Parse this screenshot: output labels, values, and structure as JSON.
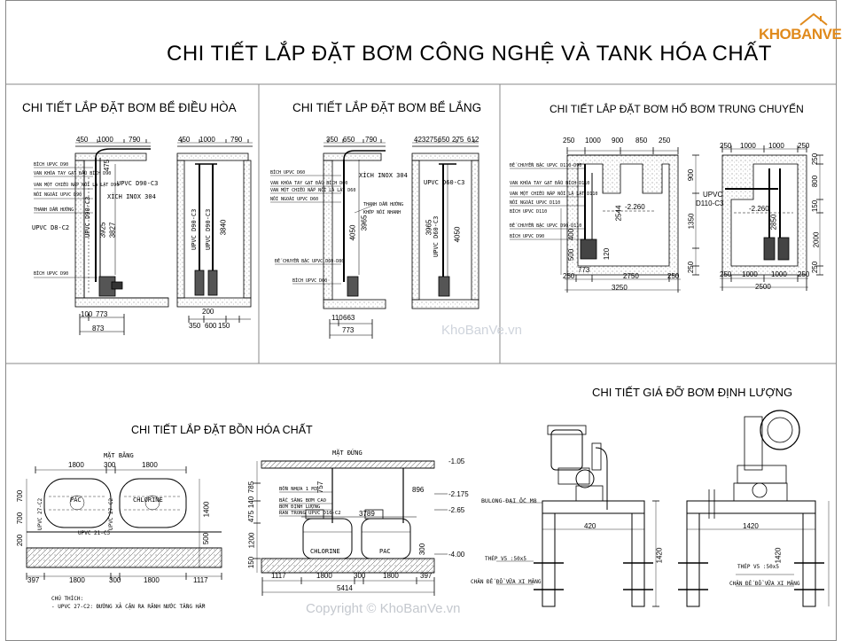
{
  "main_title": "CHI TIẾT LẮP ĐẶT BƠM CÔNG NGHỆ VÀ TANK HÓA CHẤT",
  "logo": {
    "text": "KHOBANVE",
    "icon": "house-roof-icon",
    "color": "#e08a1c"
  },
  "watermark_center": "KhoBanVe.vn",
  "watermark_copyright": "Copyright © KhoBanVe.vn",
  "sections": {
    "dieu_hoa": {
      "title": "CHI TIẾT LẮP ĐẶT BƠM BỂ ĐIỀU HÒA",
      "dims_top_a": [
        "450",
        "1000",
        "790"
      ],
      "dims_top_b": [
        "450",
        "1000",
        "790"
      ],
      "dim_475": "475",
      "dims_vertical_a": [
        "3925",
        "3827"
      ],
      "dim_vertical_b": "3840",
      "pipe_label": "UPVC D90-C3",
      "pipe_label_vert_a": "UPVC D90-C3",
      "pipe_label_vert_b1": "UPVC D90-C3",
      "pipe_label_vert_b2": "UPVC D90-C3",
      "inox": "XÍCH INOX 304",
      "upvc_small": "UPVC D8-C2",
      "callouts": [
        "BÍCH UPVC D90",
        "VAN KHÓA TAY GẠT ĐẦU BÍCH D90",
        "VAN MỘT CHIỀU NẮP NỔI LÁ LẬT D90",
        "NỐI NGOÀI UPVC D90",
        "THANH DẪN HƯỚNG",
        "BÍCH UPVC D90"
      ],
      "dims_bottom_a": [
        "100",
        "773",
        "873"
      ],
      "dims_bottom_b": [
        "200",
        "350",
        "600",
        "150"
      ]
    },
    "lang": {
      "title": "CHI TIẾT LẮP ĐẶT BƠM BỂ LẮNG",
      "dims_top_a": [
        "350",
        "650",
        "790"
      ],
      "dims_top_b": [
        "423275",
        "650",
        "275",
        "612"
      ],
      "inox": "XÍCH INOX 304",
      "pipe_label": "UPVC D60-C3",
      "pipe_vert": "UPVC D60-C3",
      "dims_vertical_a": [
        "4050",
        "3965"
      ],
      "dims_vertical_b": [
        "3965",
        "4050"
      ],
      "callouts": [
        "BÍCH UPVC D60",
        "VAN KHÓA TAY GẠT ĐẦU BÍCH D60",
        "VAN MỘT CHIỀU NẮP NỔI LÁ LẬT D60",
        "NỐI NGOÀI UPVC D60",
        "THANH DẪN HƯỚNG",
        "KHỚP NỐI NHANH",
        "ĐẾ CHUYỂN BẬC UPVC D60-D80",
        "BÍCH UPVC D60"
      ],
      "dims_bottom": [
        "110",
        "663",
        "773"
      ]
    },
    "trung_chuyen": {
      "title": "CHI TIẾT LẮP ĐẶT BƠM HỐ BƠM TRUNG CHUYỂN",
      "dims_top_a": [
        "250",
        "1000",
        "900",
        "850",
        "250"
      ],
      "dims_top_b": [
        "250",
        "1000",
        "1000",
        "250"
      ],
      "level": "-2.260",
      "level_b": "-2.260",
      "pipe_b": "UPVC",
      "pipe_b2": "D110-C3",
      "dims_left_a": [
        "250",
        "250",
        "400",
        "500"
      ],
      "dims_inner_a": "2544",
      "dims_right_a": [
        "900",
        "1350",
        "250"
      ],
      "dims_inner_b": "2850",
      "dims_right_b": [
        "250",
        "800",
        "150",
        "2000",
        "250"
      ],
      "callouts": [
        "ĐẾ CHUYỂN BẬC UPVC D110-D90",
        "VAN KHÓA TAY GẠT ĐẦU BÍCH D110",
        "VAN MỘT CHIỀU NẮP NỔI LÁ LẬT D110",
        "NỐI NGOÀI UPVC D110",
        "BÍCH UPVC D110",
        "ĐẾ CHUYỂN BẬC UPVC D90-D110",
        "BÍCH UPVC D90"
      ],
      "dims_bottom_a": [
        "250",
        "773",
        "2750",
        "250"
      ],
      "dim_total_a": "3250",
      "dims_bottom_b": [
        "250",
        "1000",
        "1000",
        "250"
      ],
      "dim_total_b": "2500",
      "dim_120": "120"
    },
    "bon_hoa_chat": {
      "title": "CHI TIẾT LẮP ĐẶT BỒN HÓA CHẤT",
      "mat_bang": "MẶT BẰNG",
      "mat_dung": "MẶT ĐỨNG",
      "plan_top": [
        "1800",
        "300",
        "1800"
      ],
      "plan_left": [
        "700",
        "700",
        "200"
      ],
      "plan_right": [
        "1400",
        "500"
      ],
      "plan_bottom": [
        "397",
        "1800",
        "300",
        "1800",
        "1117"
      ],
      "tank_labels": [
        "PAC",
        "CHLORINE"
      ],
      "plan_pipe_labels": [
        "UPVC 27-C2",
        "UPVC 27-C2",
        "UPVC 21-C3"
      ],
      "note_title": "CHÚ THÍCH:",
      "note": "- UPVC 27-C2: ĐƯỜNG XẢ CẶN RA RÃNH NƯỚC TẦNG HẦM",
      "elev_levels": [
        "-1.05",
        "-2.175",
        "-2.65",
        "-4.00"
      ],
      "elev_left": [
        "785",
        "140",
        "475",
        "1200",
        "150"
      ],
      "elev_dims": [
        "757",
        "896",
        "3789",
        "300"
      ],
      "elev_callouts": [
        "BỒN NHỰA 1 M3",
        "BẮC SĂNG BƠM CAO",
        "BƠM ĐỊNH LƯỢNG",
        "RAN TRONG UPVC D16-C2"
      ],
      "elev_tank_labels": [
        "CHLORINE",
        "PAC"
      ],
      "elev_bottom": [
        "1117",
        "1800",
        "300",
        "1800",
        "397"
      ],
      "elev_total": "5414"
    },
    "gia_do": {
      "title": "CHI TIẾT GIÁ ĐỠ BƠM ĐỊNH LƯỢNG",
      "bolt": "BULONG-ĐAI ỐC M8",
      "steel_a": "THÉP V5 :50x5",
      "steel_b": "THÉP V5 :50x5",
      "base_a": "CHÂN ĐẾ ĐỔ VỮA XI MĂNG",
      "base_b": "CHÂN ĐẾ ĐỔ VỮA XI MĂNG",
      "dim_a_w": "420",
      "dim_a_h": "1420",
      "dim_b_w": "1420",
      "dim_b_h": "1420"
    }
  }
}
